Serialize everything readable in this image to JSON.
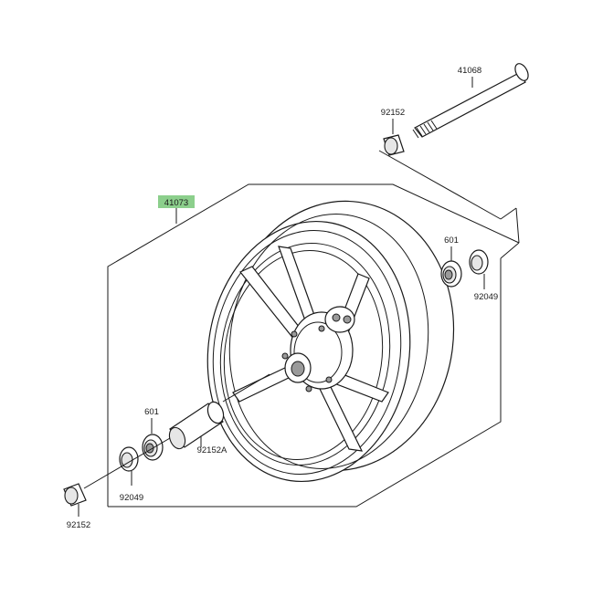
{
  "highlight_color": "#8ccf8c",
  "parts": {
    "rim": "41073",
    "axle": "41068",
    "collar_right": "92152",
    "bearing_right": "601",
    "seal_right": "92049",
    "bearing_left": "601",
    "spacer": "92152A",
    "seal_left": "92049",
    "collar_left": "92152"
  }
}
